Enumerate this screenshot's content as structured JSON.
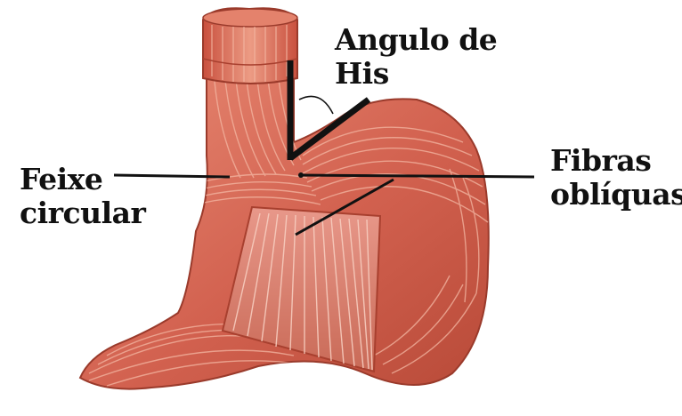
{
  "labels": {
    "angle_of_his": {
      "line1": "Angulo de",
      "line2": "His"
    },
    "circular_bundle": {
      "line1": "Feixe",
      "line2": "circular"
    },
    "oblique_fibers": {
      "line1": "Fibras",
      "line2": "oblíquas"
    }
  },
  "colors": {
    "muscle_base": "#d2614f",
    "muscle_light": "#e88a74",
    "muscle_dark": "#a8402f",
    "fiber_stroke": "#f3b7a3",
    "cut_panel": "#d97a66",
    "leader_line": "#111111",
    "background": "#ffffff"
  }
}
